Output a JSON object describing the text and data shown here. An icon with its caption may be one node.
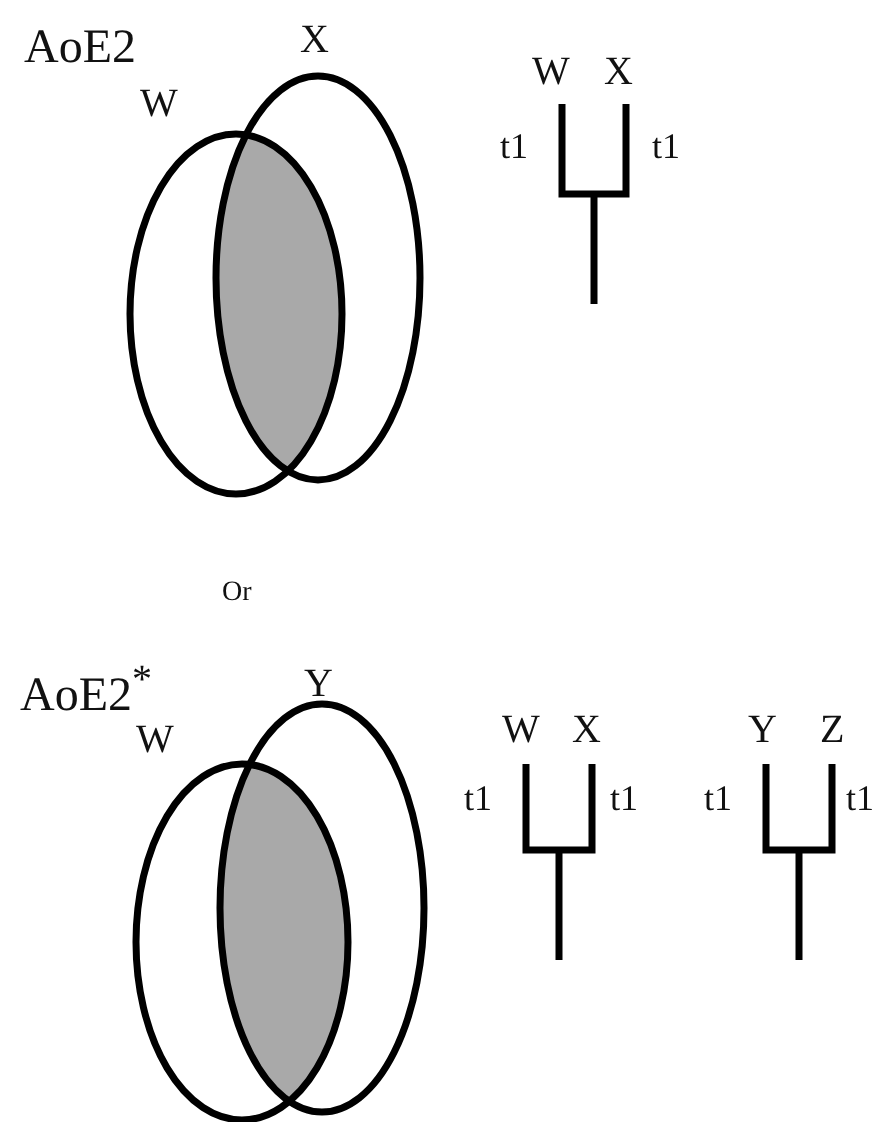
{
  "diagram": {
    "nodes": [
      {
        "text": [
          "W"
        ]
      },
      {
        "text": [
          "X"
        ]
      },
      {
        "text": [
          "W"
        ]
      },
      {
        "text": [
          "Y"
        ]
      },
      {
        "text": [],
        "shape": "lens"
      },
      {
        "text": [],
        "shape": "lens"
      }
    ],
    "labels": [
      "AoE2",
      "W",
      "X",
      "t1",
      "t1",
      "Or",
      "AoE2$^{*}$",
      "W",
      "X",
      "Y",
      "Z",
      "t1",
      "t1",
      "t1",
      "t1"
    ]
  }
}
